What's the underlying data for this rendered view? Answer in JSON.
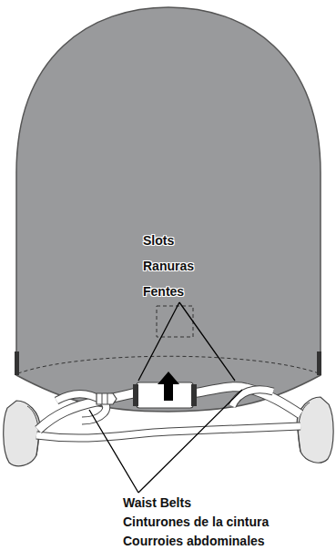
{
  "diagram": {
    "labels": [
      "Slots",
      "Ranuras",
      "Fentes",
      "Waist Belts",
      "Cinturones de la cintura",
      "Courroies abdominales"
    ]
  }
}
